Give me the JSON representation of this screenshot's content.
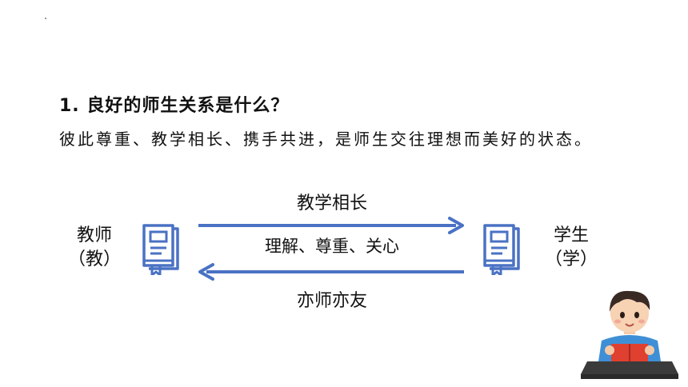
{
  "question": {
    "title": "1. 良好的师生关系是什么？",
    "answer": "彼此尊重、教学相长、携手共进，是师生交往理想而美好的状态。"
  },
  "diagram": {
    "teacher": {
      "line1": "教师",
      "line2": "（教）"
    },
    "student": {
      "line1": "学生",
      "line2": "（学）"
    },
    "arrow_top_label": "教学相长",
    "arrow_middle_label": "理解、尊重、关心",
    "arrow_bottom_label": "亦师亦友",
    "arrow_color": "#4a72c4",
    "icon_color": "#4a72c4"
  },
  "icons": [
    "book-icon",
    "book-icon",
    "student-reading-illustration"
  ]
}
